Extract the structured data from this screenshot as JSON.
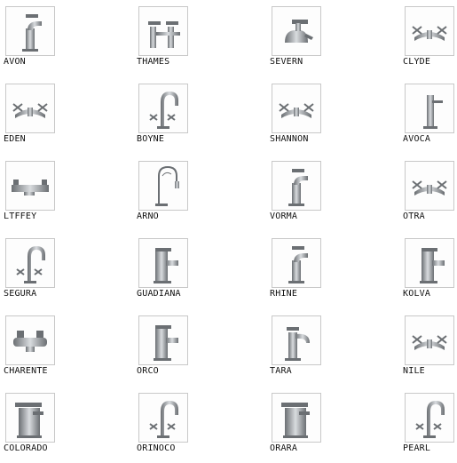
{
  "products": [
    {
      "name": "AVON",
      "icon": "single-lever-tap-icon"
    },
    {
      "name": "THAMES",
      "icon": "two-handle-tap-icon"
    },
    {
      "name": "SEVERN",
      "icon": "lever-basin-mixer-icon"
    },
    {
      "name": "CLYDE",
      "icon": "cross-head-mixer-icon"
    },
    {
      "name": "EDEN",
      "icon": "cross-head-mixer-icon"
    },
    {
      "name": "BOYNE",
      "icon": "swan-neck-mixer-icon"
    },
    {
      "name": "SHANNON",
      "icon": "cross-head-mixer-icon"
    },
    {
      "name": "AVOCA",
      "icon": "tall-single-lever-tap-icon"
    },
    {
      "name": "LTFFEY",
      "icon": "wall-bath-mixer-icon"
    },
    {
      "name": "ARNO",
      "icon": "pull-out-spray-tap-icon"
    },
    {
      "name": "VORMA",
      "icon": "single-lever-tap-icon"
    },
    {
      "name": "OTRA",
      "icon": "cross-head-mixer-icon"
    },
    {
      "name": "SEGURA",
      "icon": "swan-neck-mixer-icon"
    },
    {
      "name": "GUADIANA",
      "icon": "square-lever-tap-icon"
    },
    {
      "name": "RHINE",
      "icon": "single-lever-tap-icon"
    },
    {
      "name": "KOLVA",
      "icon": "square-lever-tap-icon"
    },
    {
      "name": "CHARENTE",
      "icon": "bath-shower-mixer-icon"
    },
    {
      "name": "ORCO",
      "icon": "square-lever-tap-icon"
    },
    {
      "name": "TARA",
      "icon": "curved-spout-tap-icon"
    },
    {
      "name": "NILE",
      "icon": "cross-head-mixer-icon"
    },
    {
      "name": "COLORADO",
      "icon": "waterfall-tap-icon"
    },
    {
      "name": "ORINOCO",
      "icon": "swan-neck-mixer-icon"
    },
    {
      "name": "ORARA",
      "icon": "waterfall-tap-icon"
    },
    {
      "name": "PEARL",
      "icon": "swan-neck-mixer-icon"
    }
  ],
  "colors": {
    "chrome_dark": "#6b6f73",
    "chrome_light": "#d9dcdf",
    "border": "#c8c8c8"
  }
}
